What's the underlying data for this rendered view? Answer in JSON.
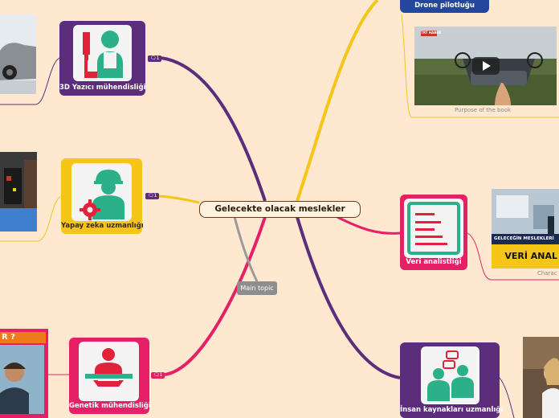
{
  "central_topic": "Gelecekte olacak meslekler",
  "main_topic_label": "Main topic",
  "nodes": [
    {
      "label": "3D Yazıcı mühendisliği",
      "badge": "1",
      "color": "#5c2d7a"
    },
    {
      "label": "Yapay zeka uzmanlığı",
      "badge": "1",
      "color": "#f5c518"
    },
    {
      "label": "Genetik mühendisliği",
      "badge": "1",
      "color": "#e52066"
    },
    {
      "label": "Drone pilotluğu",
      "color": "#23479c"
    },
    {
      "label": "Veri analistliği",
      "color": "#e52066"
    },
    {
      "label": "İnsan kaynakları uzmanlığı",
      "color": "#5c2d7a"
    }
  ],
  "captions": {
    "drone_video": "Purpose of the book",
    "veri_video": "Charac"
  },
  "thumbnails": {
    "veri_banner_top": "GELECEĞİN MESLEKLERİ",
    "veri_banner_main": "VERİ ANAL",
    "drone_channel": "TRT HABER",
    "genetik_banner": "R ?"
  }
}
